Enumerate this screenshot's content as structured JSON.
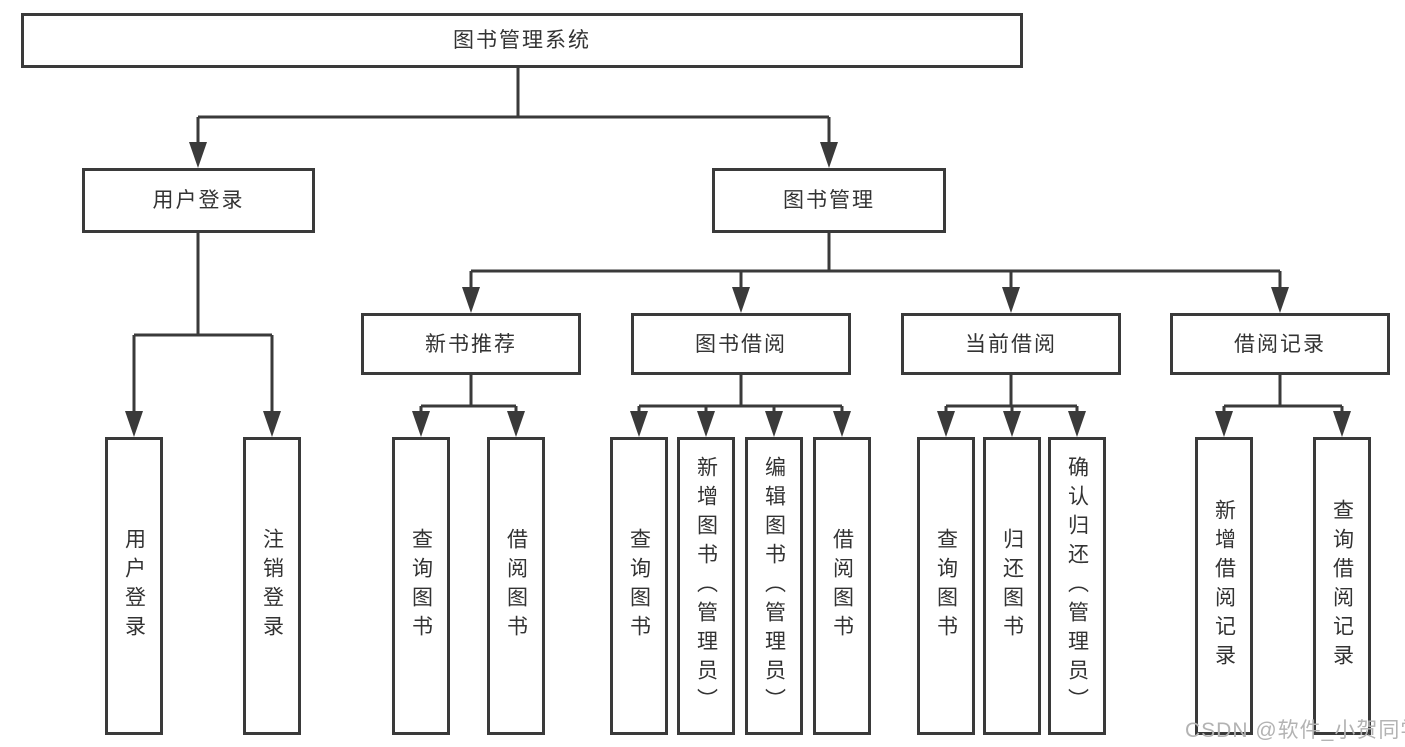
{
  "diagram": {
    "title": "图书管理系统",
    "branches": {
      "user_login": {
        "label": "用户登录",
        "leaves": [
          "用户登录",
          "注销登录"
        ]
      },
      "book_mgmt": {
        "label": "图书管理",
        "sections": [
          {
            "label": "新书推荐",
            "leaves": [
              "查询图书",
              "借阅图书"
            ]
          },
          {
            "label": "图书借阅",
            "leaves": [
              "查询图书",
              "新增图书（管理员）",
              "编辑图书（管理员）",
              "借阅图书"
            ]
          },
          {
            "label": "当前借阅",
            "leaves": [
              "查询图书",
              "归还图书",
              "确认归还（管理员）"
            ]
          },
          {
            "label": "借阅记录",
            "leaves": [
              "新增借阅记录",
              "查询借阅记录"
            ]
          }
        ]
      }
    }
  },
  "watermark": {
    "text": "CSDN @软件_小贺同学"
  },
  "colors": {
    "line": "#3a3a3a",
    "text": "#333333",
    "watermark": "#b3b3b3",
    "background": "#ffffff"
  }
}
